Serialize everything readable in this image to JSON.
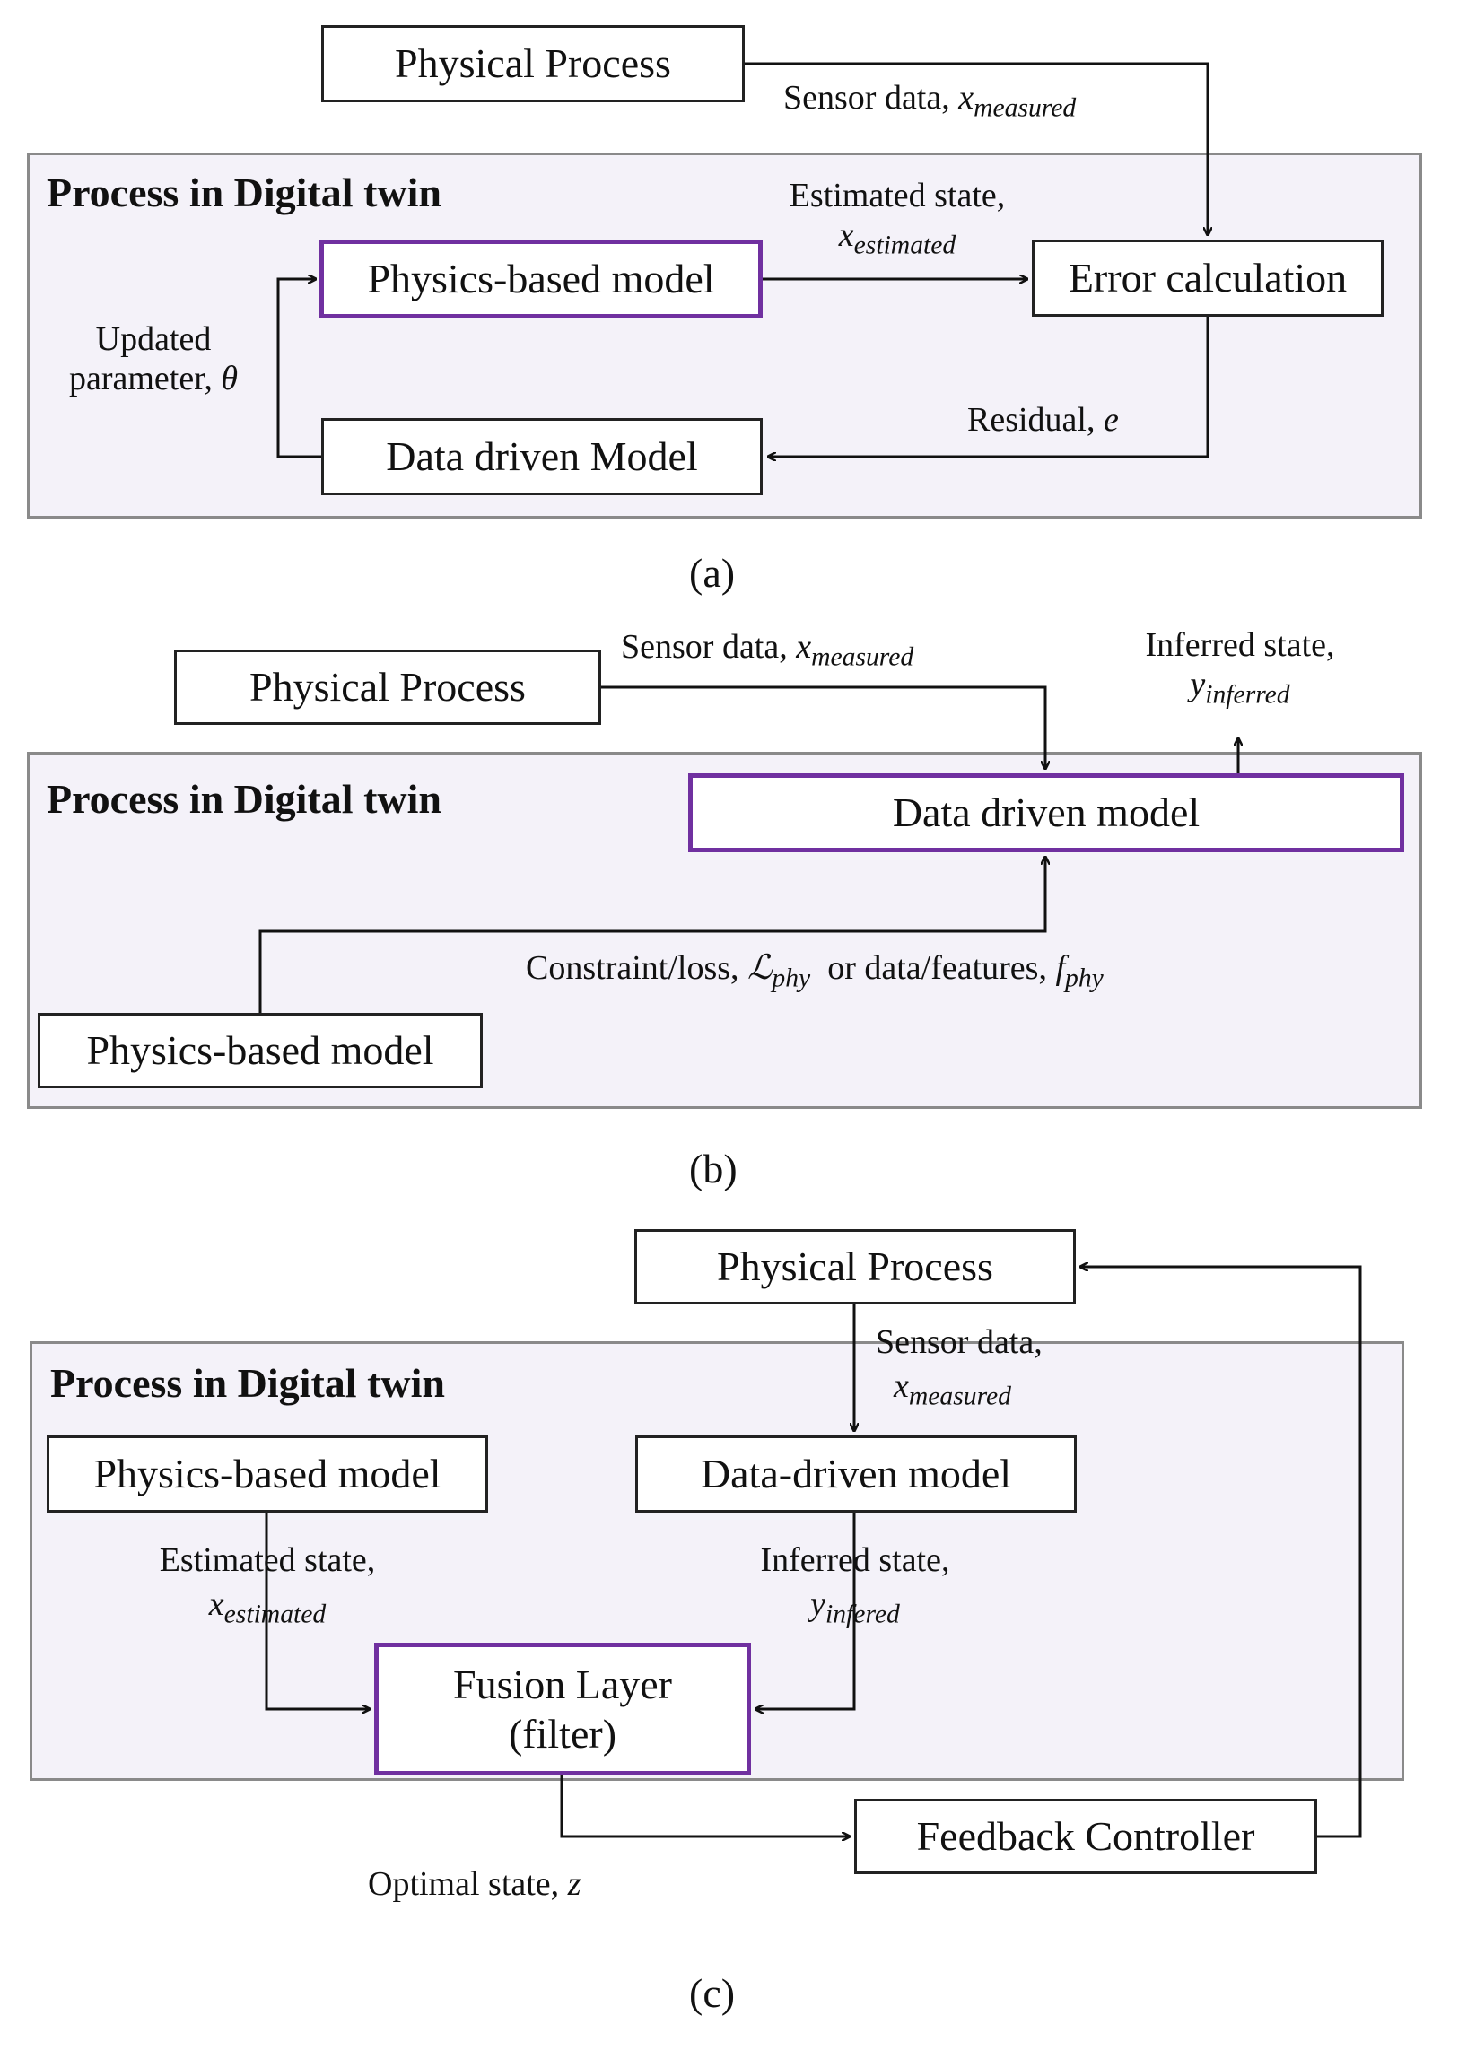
{
  "colors": {
    "accent_border": "#7030a0",
    "panel_fill": "#f4f2f9",
    "panel_border": "#8a8a8a"
  },
  "a": {
    "physical_process": "Physical Process",
    "sensor_data": "Sensor data,",
    "x_measured_base": "x",
    "x_measured_sub": "measured",
    "panel_title": "Process in Digital twin",
    "estimated_state": "Estimated state,",
    "x_estimated_base": "x",
    "x_estimated_sub": "estimated",
    "physics_model": "Physics-based model",
    "error_calc": "Error calculation",
    "updated_line1": "Updated",
    "updated_line2": "parameter,",
    "theta": "θ",
    "residual": "Residual,",
    "e": "e",
    "data_model": "Data driven Model",
    "caption": "(a)"
  },
  "b": {
    "physical_process": "Physical Process",
    "sensor_data": "Sensor data,",
    "x_measured_base": "x",
    "x_measured_sub": "measured",
    "inferred_state": "Inferred state,",
    "y_inferred_base": "y",
    "y_inferred_sub": "inferred",
    "panel_title": "Process in Digital twin",
    "data_model": "Data driven model",
    "constraint": "Constraint/loss,",
    "L_base": "ℒ",
    "L_sub": "phy",
    "or_data": "or data/features,",
    "f_base": "f",
    "f_sub": "phy",
    "physics_model": "Physics-based model",
    "caption": "(b)"
  },
  "c": {
    "physical_process": "Physical Process",
    "sensor_data": "Sensor data,",
    "x_measured_base": "x",
    "x_measured_sub": "measured",
    "panel_title": "Process in Digital twin",
    "physics_model": "Physics-based model",
    "data_model": "Data-driven model",
    "estimated_state": "Estimated state,",
    "x_estimated_base": "x",
    "x_estimated_sub": "estimated",
    "inferred_state": "Inferred state,",
    "y_infered_base": "y",
    "y_infered_sub": "infered",
    "fusion_line1": "Fusion Layer",
    "fusion_line2": "(filter)",
    "feedback": "Feedback Controller",
    "optimal_state": "Optimal state,",
    "z": "z",
    "caption": "(c)"
  }
}
